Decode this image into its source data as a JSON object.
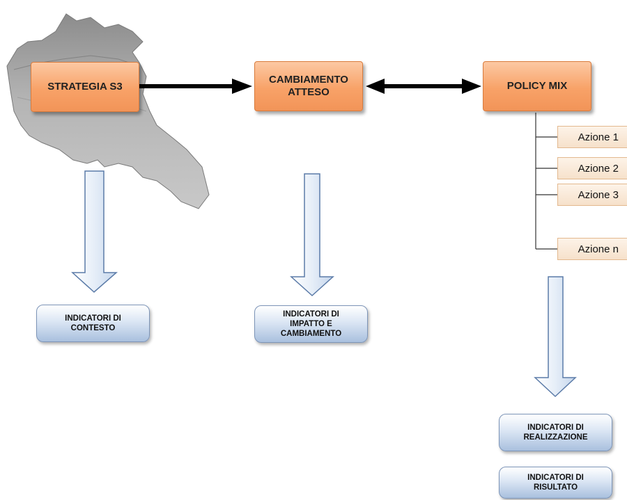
{
  "nodes": {
    "strategia": "STRATEGIA S3",
    "cambiamento": "CAMBIAMENTO\nATTESO",
    "policy_mix": "POLICY MIX"
  },
  "azioni": [
    "Azione 1",
    "Azione 2",
    "Azione 3",
    "Azione n"
  ],
  "indicatori": {
    "contesto": "INDICATORI DI\nCONTESTO",
    "impatto": "INDICATORI DI\nIMPATTO E\nCAMBIAMENTO",
    "realizzazione": "INDICATORI DI\nREALIZZAZIONE",
    "risultato": "INDICATORI DI\nRISULTATO"
  },
  "colors": {
    "orange_box": "#f8a268",
    "blue_box": "#a9c0de",
    "arrow": "#000000",
    "map_gray": "#9a9a9a"
  }
}
